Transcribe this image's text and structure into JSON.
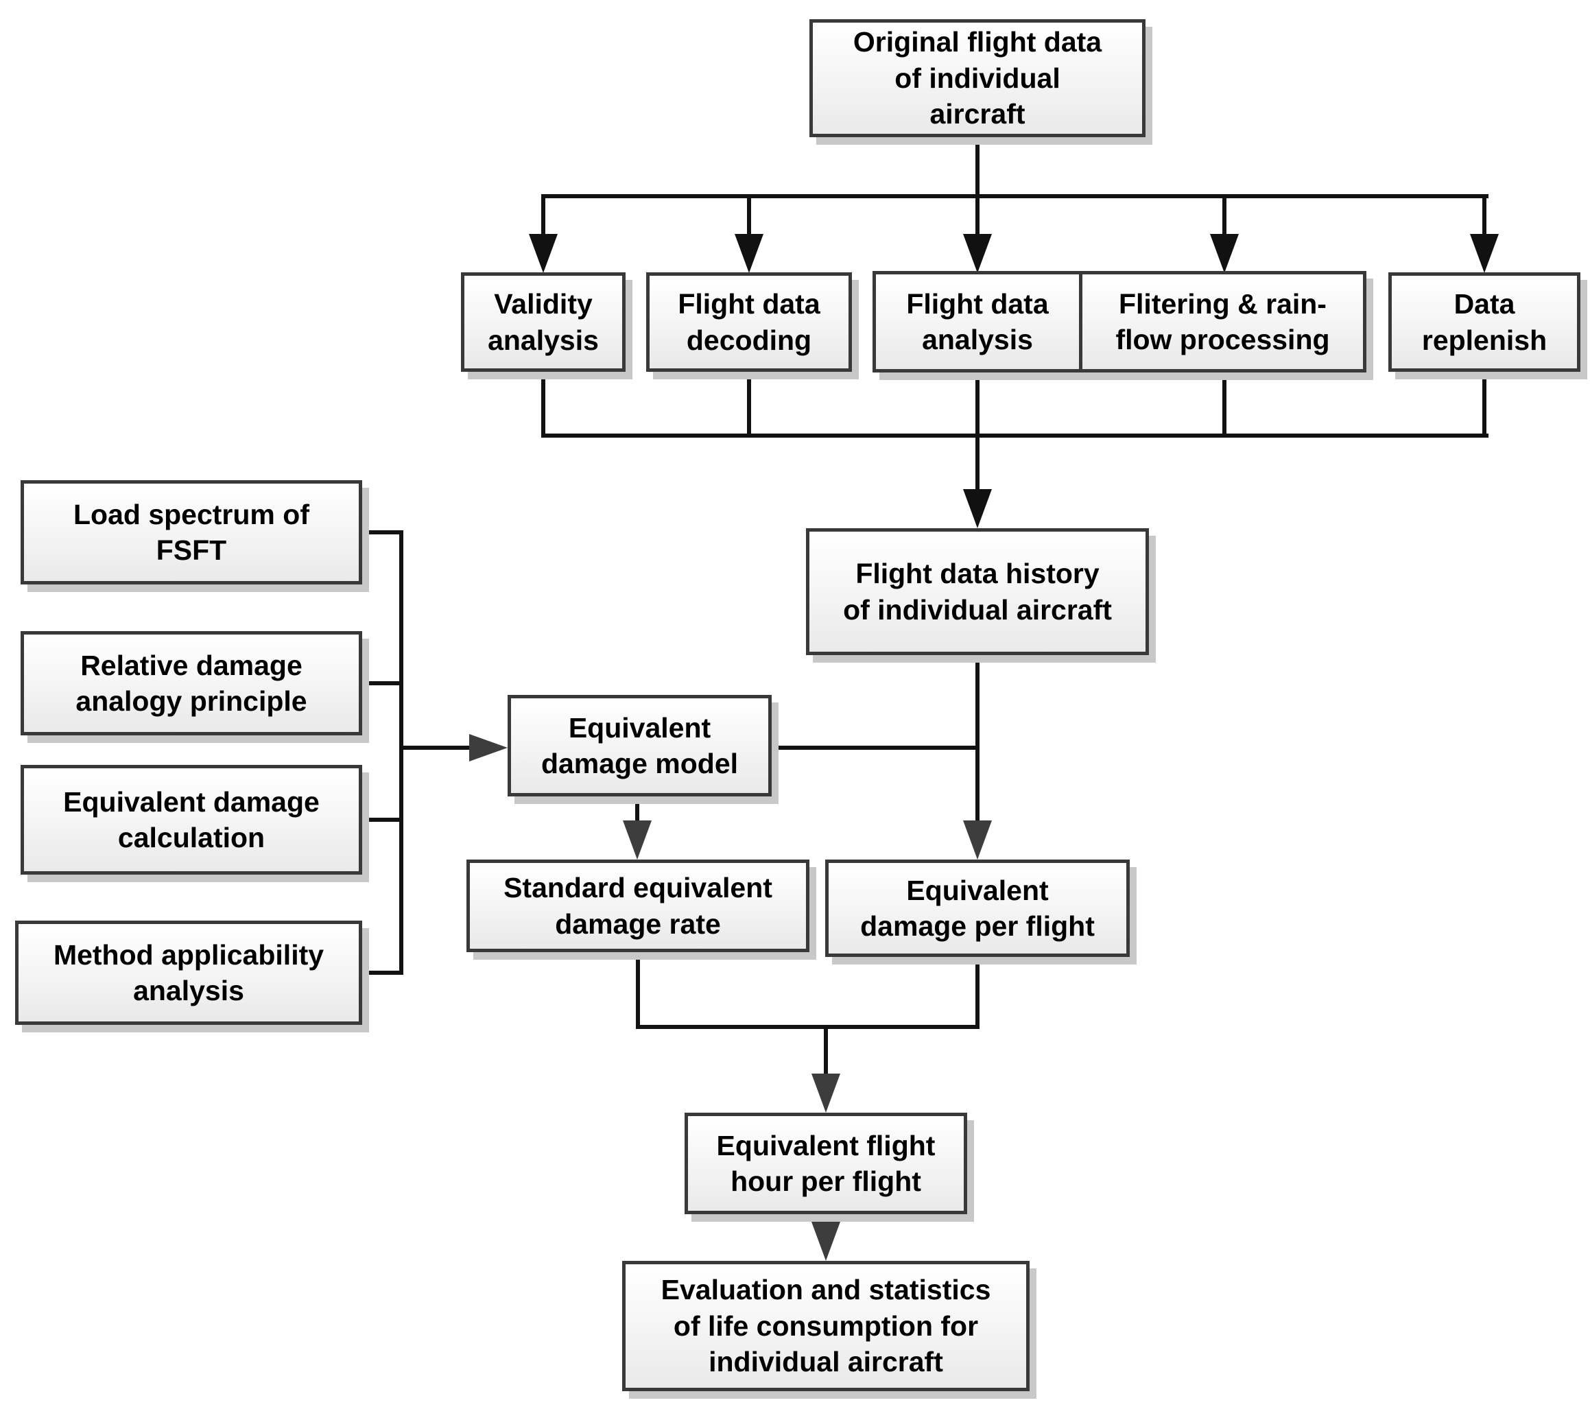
{
  "figure": {
    "type": "flowchart",
    "colors": {
      "box_border": "#393939",
      "box_fill_top": "#ffffff",
      "box_fill_bottom": "#e9e9e9",
      "box_shadow": "#c8c8c8",
      "connector_line": "#121212",
      "arrowhead_black": "#111111",
      "arrowhead_gray": "#3d3d3d",
      "text": "#000000"
    },
    "nodes": {
      "original_flight_data": {
        "label": "Original flight data\nof individual\naircraft"
      },
      "validity_analysis": {
        "label": "Validity\nanalysis"
      },
      "flight_data_decoding": {
        "label": "Flight data\ndecoding"
      },
      "flight_data_analysis": {
        "label": "Flight data\nanalysis"
      },
      "filtering_rainflow": {
        "label": "Flitering & rain-\nflow processing"
      },
      "data_replenish": {
        "label": "Data\nreplenish"
      },
      "flight_data_history": {
        "label": "Flight data history\nof individual aircraft"
      },
      "load_spectrum_fsft": {
        "label": "Load spectrum of\nFSFT"
      },
      "relative_damage_principle": {
        "label": "Relative damage\nanalogy principle"
      },
      "equivalent_damage_calculation": {
        "label": "Equivalent damage\ncalculation"
      },
      "method_applicability_analysis": {
        "label": "Method applicability\nanalysis"
      },
      "equivalent_damage_model": {
        "label": "Equivalent\ndamage model"
      },
      "standard_equivalent_damage_rate": {
        "label": "Standard equivalent\ndamage rate"
      },
      "equivalent_damage_per_flight": {
        "label": "Equivalent\ndamage per flight"
      },
      "equivalent_flight_hour": {
        "label": "Equivalent flight\nhour per flight"
      },
      "evaluation_statistics": {
        "label": "Evaluation and statistics\nof life consumption for\nindividual aircraft"
      }
    },
    "edges": [
      {
        "from": "original_flight_data",
        "to": "validity_analysis"
      },
      {
        "from": "original_flight_data",
        "to": "flight_data_decoding"
      },
      {
        "from": "original_flight_data",
        "to": "flight_data_analysis"
      },
      {
        "from": "original_flight_data",
        "to": "filtering_rainflow"
      },
      {
        "from": "original_flight_data",
        "to": "data_replenish"
      },
      {
        "from": "validity_analysis",
        "to": "flight_data_history"
      },
      {
        "from": "flight_data_decoding",
        "to": "flight_data_history"
      },
      {
        "from": "flight_data_analysis",
        "to": "flight_data_history"
      },
      {
        "from": "filtering_rainflow",
        "to": "flight_data_history"
      },
      {
        "from": "data_replenish",
        "to": "flight_data_history"
      },
      {
        "from": "load_spectrum_fsft",
        "to": "equivalent_damage_model"
      },
      {
        "from": "relative_damage_principle",
        "to": "equivalent_damage_model"
      },
      {
        "from": "equivalent_damage_calculation",
        "to": "equivalent_damage_model"
      },
      {
        "from": "method_applicability_analysis",
        "to": "equivalent_damage_model"
      },
      {
        "from": "equivalent_damage_model",
        "to": "standard_equivalent_damage_rate"
      },
      {
        "from": "equivalent_damage_model",
        "to": "equivalent_damage_per_flight"
      },
      {
        "from": "flight_data_history",
        "to": "equivalent_damage_per_flight"
      },
      {
        "from": "standard_equivalent_damage_rate",
        "to": "equivalent_flight_hour"
      },
      {
        "from": "equivalent_damage_per_flight",
        "to": "equivalent_flight_hour"
      },
      {
        "from": "equivalent_flight_hour",
        "to": "evaluation_statistics"
      }
    ]
  }
}
